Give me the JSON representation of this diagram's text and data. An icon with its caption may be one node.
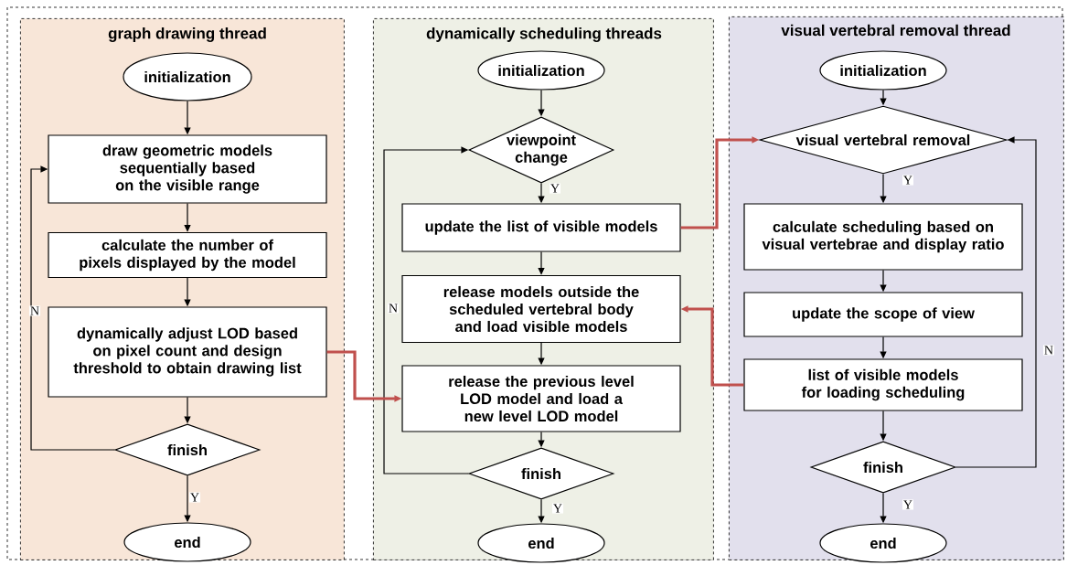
{
  "diagram": {
    "nodes": [
      {
        "text": [
          "graph drawing thread"
        ]
      },
      {
        "text": [
          "initialization"
        ],
        "in": 0
      },
      {
        "text": [
          "draw geometric models sequentially based on the visible range"
        ],
        "in": 0
      },
      {
        "text": [
          "calculate the number of pixels displayed by the model"
        ],
        "in": 0
      },
      {
        "text": [
          "dynamically adjust LOD based on pixel count and design threshold to obtain drawing list"
        ],
        "in": 0
      },
      {
        "text": [
          "finish"
        ],
        "in": 0
      },
      {
        "text": [
          "end"
        ],
        "in": 0
      },
      {
        "text": [
          "dynamically scheduling threads"
        ]
      },
      {
        "text": [
          "initialization"
        ],
        "in": 7
      },
      {
        "text": [
          "viewpoint change"
        ],
        "in": 7
      },
      {
        "text": [
          "update the list of visible models"
        ],
        "in": 7
      },
      {
        "text": [
          "release models outside the scheduled vertebral body and load visible models"
        ],
        "in": 7
      },
      {
        "text": [
          "release the previous level LOD model and load a new level LOD model"
        ],
        "in": 7
      },
      {
        "text": [
          "finish"
        ],
        "in": 7
      },
      {
        "text": [
          "end"
        ],
        "in": 7
      },
      {
        "text": [
          "visual vertebral removal thread"
        ]
      },
      {
        "text": [
          "initialization"
        ],
        "in": 15
      },
      {
        "text": [
          "visual vertebral removal"
        ],
        "in": 15
      },
      {
        "text": [
          "calculate scheduling based on visual vertebrae and display ratio"
        ],
        "in": 15
      },
      {
        "text": [
          "update the scope of view"
        ],
        "in": 15
      },
      {
        "text": [
          "list of visible models for loading scheduling"
        ],
        "in": 15
      },
      {
        "text": [
          "finish"
        ],
        "in": 15
      },
      {
        "text": [
          "end"
        ],
        "in": 15
      }
    ],
    "edges": [
      {
        "from": 1,
        "to": 2,
        "arrow": "to"
      },
      {
        "from": 2,
        "to": 3,
        "arrow": "to"
      },
      {
        "from": 3,
        "to": 4,
        "arrow": "to"
      },
      {
        "from": 4,
        "to": 5,
        "arrow": "to"
      },
      {
        "from": 5,
        "to": 6,
        "arrow": "to",
        "label": "Y"
      },
      {
        "from": 5,
        "to": 2,
        "arrow": "to",
        "label": "N"
      },
      {
        "from": 8,
        "to": 9,
        "arrow": "to"
      },
      {
        "from": 9,
        "to": 10,
        "arrow": "to",
        "label": "Y"
      },
      {
        "from": 10,
        "to": 11,
        "arrow": "to"
      },
      {
        "from": 11,
        "to": 12,
        "arrow": "to"
      },
      {
        "from": 12,
        "to": 13,
        "arrow": "to"
      },
      {
        "from": 13,
        "to": 14,
        "arrow": "to",
        "label": "Y"
      },
      {
        "from": 13,
        "to": 9,
        "arrow": "to",
        "label": "N"
      },
      {
        "from": 16,
        "to": 17,
        "arrow": "to"
      },
      {
        "from": 17,
        "to": 18,
        "arrow": "to",
        "label": "Y"
      },
      {
        "from": 18,
        "to": 19,
        "arrow": "to"
      },
      {
        "from": 19,
        "to": 20,
        "arrow": "to"
      },
      {
        "from": 20,
        "to": 21,
        "arrow": "to"
      },
      {
        "from": 21,
        "to": 22,
        "arrow": "to",
        "label": "Y"
      },
      {
        "from": 21,
        "to": 17,
        "arrow": "to",
        "label": "N"
      },
      {
        "from": 4,
        "to": 12,
        "arrow": "to",
        "style": "thick",
        "color": "#c0504d"
      },
      {
        "from": 10,
        "to": 17,
        "arrow": "to",
        "style": "thick",
        "color": "#c0504d"
      },
      {
        "from": 20,
        "to": 11,
        "arrow": "to",
        "style": "thick",
        "color": "#c0504d"
      }
    ]
  }
}
